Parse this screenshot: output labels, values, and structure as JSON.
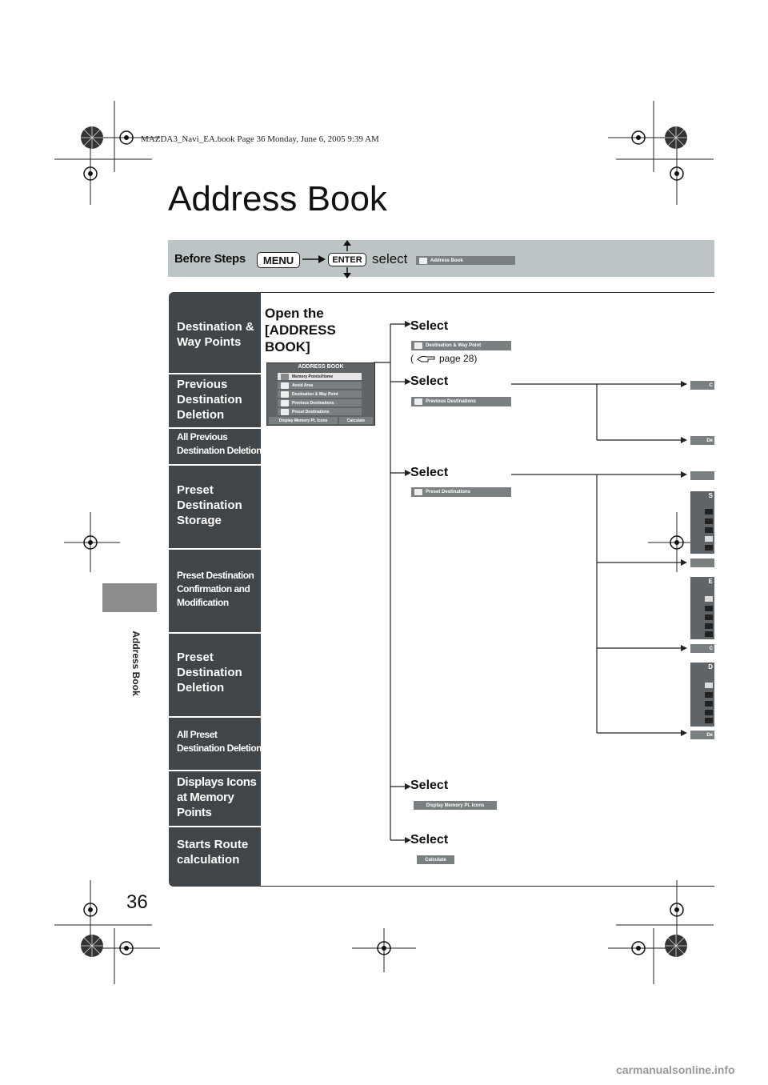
{
  "header": {
    "file_info": "MAZDA3_Navi_EA.book  Page 36  Monday, June 6, 2005  9:39 AM"
  },
  "page": {
    "title": "Address Book",
    "number": "36",
    "side_tab_label": "Address Book"
  },
  "before_steps": {
    "label": "Before Steps",
    "menu_key": "MENU",
    "enter_key": "ENTER",
    "select_word": "select",
    "screen_item": "Address Book"
  },
  "functions": [
    "Destination & Way Points",
    "Previous Destination Deletion",
    "All Previous Destination Deletion",
    "Preset Destination Storage",
    "Preset Destination Confirmation and Modification",
    "Preset Destination Deletion",
    "All Preset Destination Deletion",
    "Displays Icons at Memory Points",
    "Starts Route calculation"
  ],
  "open_step": "Open the [ADDRESS BOOK]",
  "address_book_screen": {
    "title": "ADDRESS BOOK",
    "items": [
      "Memory Points/Home",
      "Avoid Area",
      "Destination & Way Point",
      "Previous Destinations",
      "Preset Destinations"
    ],
    "bottom_left": "Display Memory Pt. Icons",
    "bottom_right": "Calculate"
  },
  "steps": [
    {
      "label": "Select",
      "screen_item": "Destination & Way Point"
    },
    {
      "label": "Select",
      "screen_item": "Previous Destinations"
    },
    {
      "label": "Select",
      "screen_item": "Preset Destinations"
    },
    {
      "label": "Select",
      "screen_item": "Display Memory Pt.  Icons"
    },
    {
      "label": "Select",
      "screen_item": "Calculate"
    }
  ],
  "page_ref": {
    "open": "(",
    "text": "page 28)"
  },
  "cropped": {
    "c1": "C",
    "de1": "De",
    "s1": "S",
    "e1": "E",
    "c2": "C",
    "d1": "D",
    "de2": "De"
  },
  "watermark": "carmanualsonline.info"
}
